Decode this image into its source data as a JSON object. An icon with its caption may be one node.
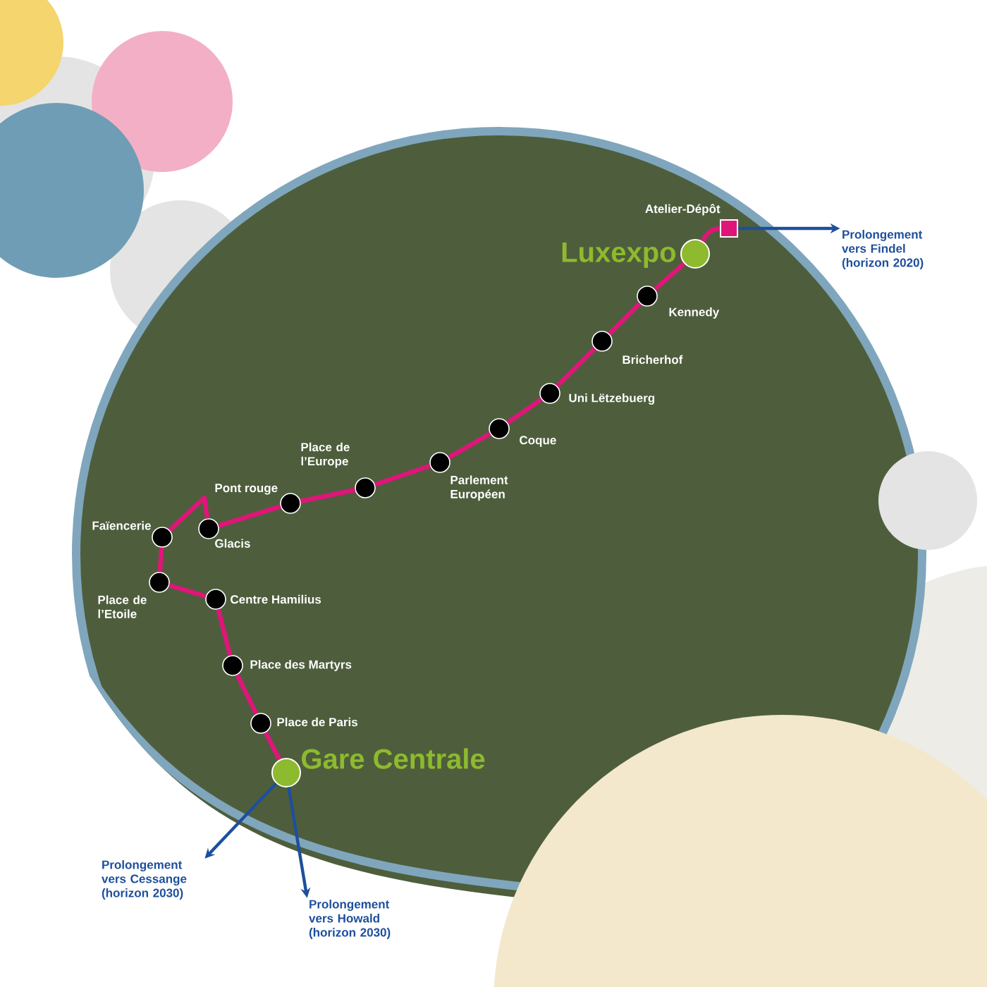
{
  "diagram": {
    "nodes": [
      {
        "text": [],
        "shape": "box",
        "beside": [
          "Atelier-Dépôt"
        ]
      },
      {
        "text": [
          "Prolongement vers Findel (horizon 2020)"
        ]
      },
      {
        "text": [],
        "shape": "circle",
        "beside": [
          "Luxexpo"
        ]
      },
      {
        "text": [],
        "shape": "circle",
        "beside": [
          "Kennedy"
        ]
      },
      {
        "text": [],
        "shape": "circle",
        "beside": [
          "Bricherhof"
        ]
      },
      {
        "text": [],
        "shape": "circle",
        "beside": [
          "Uni Lëtzebuerg"
        ]
      },
      {
        "text": [],
        "shape": "circle",
        "beside": [
          "Coque"
        ]
      },
      {
        "text": [],
        "shape": "circle",
        "beside": [
          "Parlement Européen"
        ]
      },
      {
        "text": [],
        "shape": "circle",
        "beside": [
          "Place de l’Europe"
        ]
      },
      {
        "text": [],
        "shape": "circle",
        "beside": [
          "Pont rouge"
        ]
      },
      {
        "text": [],
        "shape": "circle",
        "beside": [
          "Glacis"
        ]
      },
      {
        "text": [],
        "shape": "circle",
        "beside": [
          "Faïencerie"
        ]
      },
      {
        "text": [],
        "shape": "circle",
        "beside": [
          "Place de l’Etoile"
        ]
      },
      {
        "text": [],
        "shape": "circle",
        "beside": [
          "Centre Hamilius"
        ]
      },
      {
        "text": [],
        "shape": "circle",
        "beside": [
          "Place des Martyrs"
        ]
      },
      {
        "text": [],
        "shape": "circle",
        "beside": [
          "Place de Paris"
        ]
      },
      {
        "text": [],
        "shape": "circle",
        "beside": [
          "Gare Centrale"
        ]
      },
      {
        "text": [
          "Prolongement vers Cessange (horizon 2030)"
        ]
      },
      {
        "text": [
          "Prolongement vers Howald (horizon 2030)"
        ]
      }
    ],
    "edges": [
      {
        "from": 0,
        "to": 1,
        "arrow": "to",
        "color": "#1d4f9c"
      },
      {
        "from": 0,
        "to": 2,
        "arrow": "none"
      },
      {
        "from": 2,
        "to": 3,
        "arrow": "none"
      },
      {
        "from": 3,
        "to": 4,
        "arrow": "none"
      },
      {
        "from": 4,
        "to": 5,
        "arrow": "none"
      },
      {
        "from": 5,
        "to": 6,
        "arrow": "none"
      },
      {
        "from": 6,
        "to": 7,
        "arrow": "none"
      },
      {
        "from": 7,
        "to": 8,
        "arrow": "none"
      },
      {
        "from": 8,
        "to": 9,
        "arrow": "none"
      },
      {
        "from": 9,
        "to": 10,
        "arrow": "none"
      },
      {
        "from": 10,
        "to": 11,
        "arrow": "none"
      },
      {
        "from": 11,
        "to": 12,
        "arrow": "none"
      },
      {
        "from": 12,
        "to": 13,
        "arrow": "none"
      },
      {
        "from": 13,
        "to": 14,
        "arrow": "none"
      },
      {
        "from": 14,
        "to": 15,
        "arrow": "none"
      },
      {
        "from": 15,
        "to": 16,
        "arrow": "none"
      },
      {
        "from": 16,
        "to": 17,
        "arrow": "to",
        "color": "#1d4f9c"
      },
      {
        "from": 16,
        "to": 18,
        "arrow": "to",
        "color": "#1d4f9c"
      }
    ]
  }
}
